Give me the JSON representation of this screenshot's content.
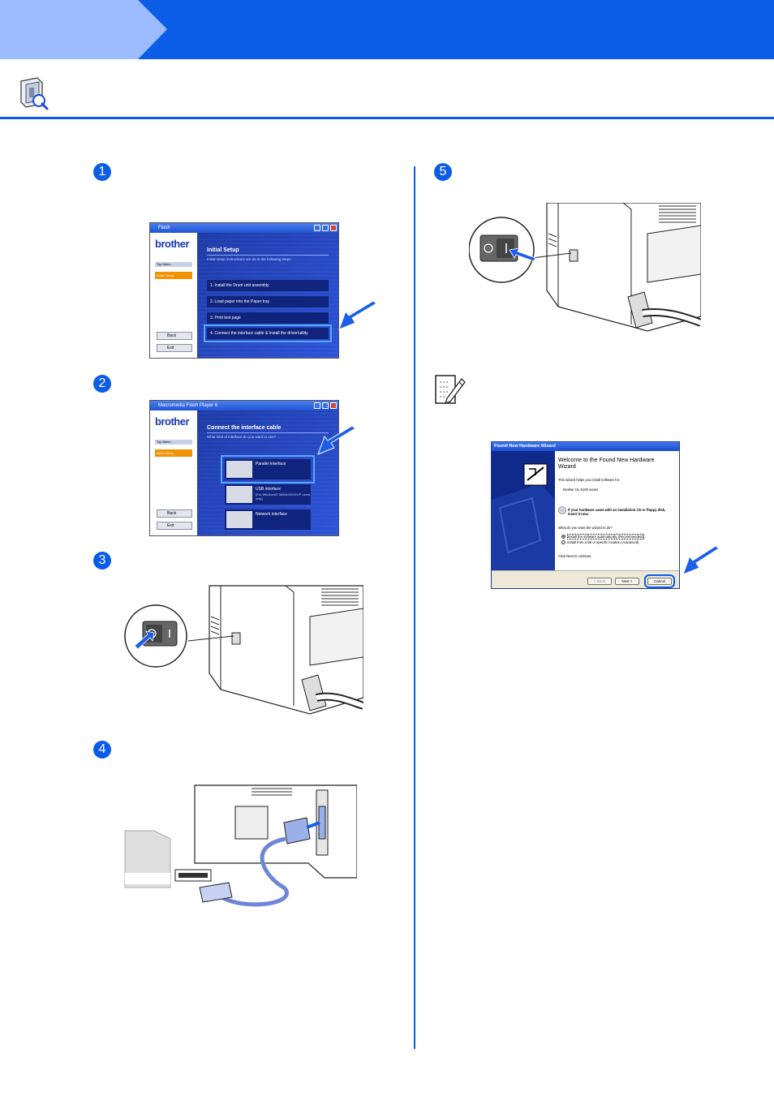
{
  "installer_step1": {
    "window_title": "Flash",
    "brand": "brother",
    "menu_top": "Top Menu",
    "menu_current": "Initial Setup",
    "heading": "Initial Setup",
    "subtext": "Initial setup instructions are as in the following steps.",
    "options": [
      "1. Install the Drum unit assembly",
      "2. Load paper into the Paper tray",
      "3. Print test page",
      "4. Connect the interface cable & Install the driver/utility"
    ],
    "back_label": "Back",
    "exit_label": "Exit"
  },
  "installer_step2": {
    "window_title": "Macromedia Flash Player 6",
    "brand": "brother",
    "menu_top": "Top Menu",
    "menu_current": "Initial Setup",
    "heading": "Connect the interface cable",
    "subtext": "What kind of interface do you want to use?",
    "parallel": "Parallel interface",
    "usb": "USB interface",
    "usb_note": "(For Windows® 98/Me/2000/XP users only)",
    "network": "Network interface",
    "back_label": "Back",
    "exit_label": "Exit"
  },
  "steps": [
    "1",
    "2",
    "3",
    "4",
    "5"
  ],
  "wizard": {
    "title": "Found New Hardware Wizard",
    "heading": "Welcome to the Found New Hardware Wizard",
    "line1": "This wizard helps you install software for:",
    "device": "Brother HL-5100 series",
    "cd_prompt": "If your hardware came with an installation CD or floppy disk, insert it now.",
    "question": "What do you want the wizard to do?",
    "option_auto": "Install the software automatically (Recommended)",
    "option_manual": "Install from a list or specific location (Advanced)",
    "continue_text": "Click Next to continue.",
    "back_btn": "< Back",
    "next_btn": "Next >",
    "cancel_btn": "Cancel"
  },
  "colors": {
    "accent": "#0b5ce6",
    "tab": "#9cbcff",
    "installer_bg": "#1e3aa8",
    "menu_orange": "#f29200"
  }
}
